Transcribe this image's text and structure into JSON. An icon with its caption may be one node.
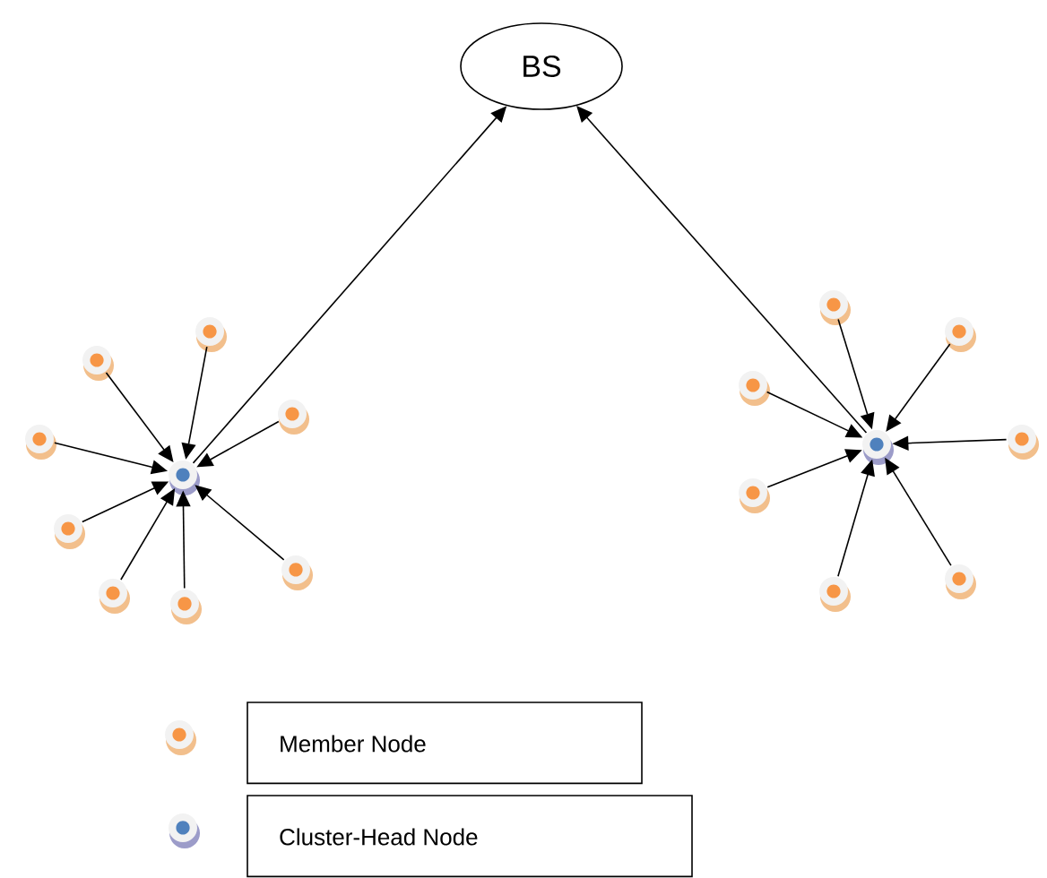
{
  "diagram": {
    "nodes": [
      {
        "text": [
          "BS"
        ]
      },
      {
        "text": [],
        "shape": "circle"
      },
      {
        "text": [],
        "shape": "circle"
      },
      {
        "text": [],
        "shape": "circle"
      },
      {
        "text": [],
        "shape": "circle"
      },
      {
        "text": [],
        "shape": "circle"
      },
      {
        "text": [],
        "shape": "circle"
      },
      {
        "text": [],
        "shape": "circle"
      },
      {
        "text": [],
        "shape": "circle"
      },
      {
        "text": [],
        "shape": "circle"
      },
      {
        "text": [],
        "shape": "circle"
      },
      {
        "text": [],
        "shape": "circle"
      },
      {
        "text": [],
        "shape": "circle"
      },
      {
        "text": [],
        "shape": "circle"
      },
      {
        "text": [],
        "shape": "circle"
      },
      {
        "text": [],
        "shape": "circle"
      },
      {
        "text": [],
        "shape": "circle"
      },
      {
        "text": [],
        "shape": "circle"
      }
    ],
    "edges": [
      {
        "from": 1,
        "to": 0,
        "arrow": "to"
      },
      {
        "from": 10,
        "to": 0,
        "arrow": "to"
      },
      {
        "from": 2,
        "to": 1,
        "arrow": "to"
      },
      {
        "from": 3,
        "to": 1,
        "arrow": "to"
      },
      {
        "from": 4,
        "to": 1,
        "arrow": "to"
      },
      {
        "from": 5,
        "to": 1,
        "arrow": "to"
      },
      {
        "from": 6,
        "to": 1,
        "arrow": "to"
      },
      {
        "from": 7,
        "to": 1,
        "arrow": "to"
      },
      {
        "from": 8,
        "to": 1,
        "arrow": "to"
      },
      {
        "from": 9,
        "to": 1,
        "arrow": "to"
      },
      {
        "from": 11,
        "to": 10,
        "arrow": "to"
      },
      {
        "from": 12,
        "to": 10,
        "arrow": "to"
      },
      {
        "from": 13,
        "to": 10,
        "arrow": "to"
      },
      {
        "from": 14,
        "to": 10,
        "arrow": "to"
      },
      {
        "from": 15,
        "to": 10,
        "arrow": "to"
      },
      {
        "from": 16,
        "to": 10,
        "arrow": "to"
      },
      {
        "from": 17,
        "to": 10,
        "arrow": "to"
      }
    ],
    "legend": [
      {
        "text": "Member Node",
        "color": "#f79646"
      },
      {
        "text": "Cluster-Head Node",
        "color": "#4f81bd"
      }
    ]
  }
}
